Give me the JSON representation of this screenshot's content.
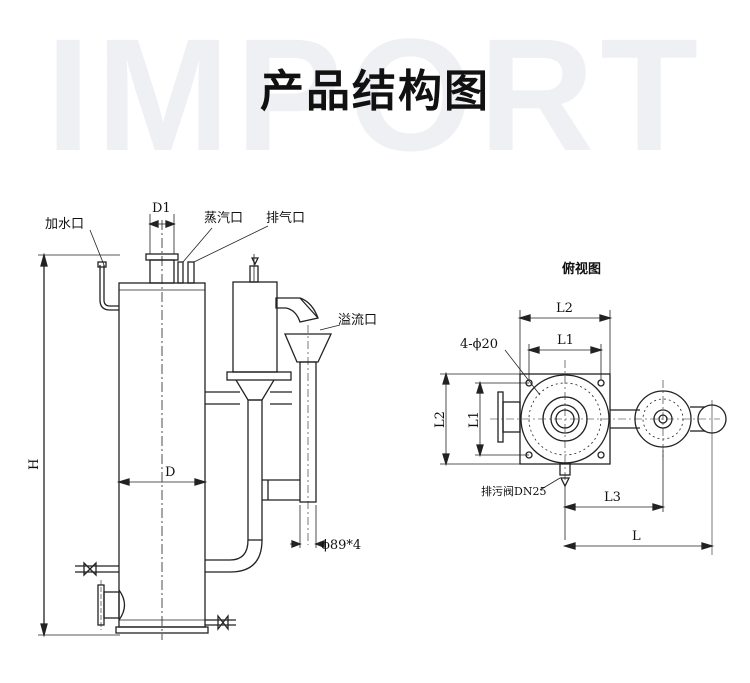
{
  "watermark": "IMPORT",
  "title": "产品结构图",
  "front_view": {
    "labels": {
      "water_inlet": "加水口",
      "steam_outlet": "蒸汽口",
      "exhaust_outlet": "排气口",
      "overflow_outlet": "溢流口",
      "d1": "D1",
      "d": "D",
      "h": "H",
      "pipe_spec": "ϕ89*4"
    }
  },
  "top_view": {
    "title": "俯视图",
    "labels": {
      "l2_top": "L2",
      "l1_top": "L1",
      "holes": "4-ϕ20",
      "l2_side": "L2",
      "l1_side": "L1",
      "drain_valve": "排污阀DN25",
      "l3": "L3",
      "l": "L"
    }
  }
}
